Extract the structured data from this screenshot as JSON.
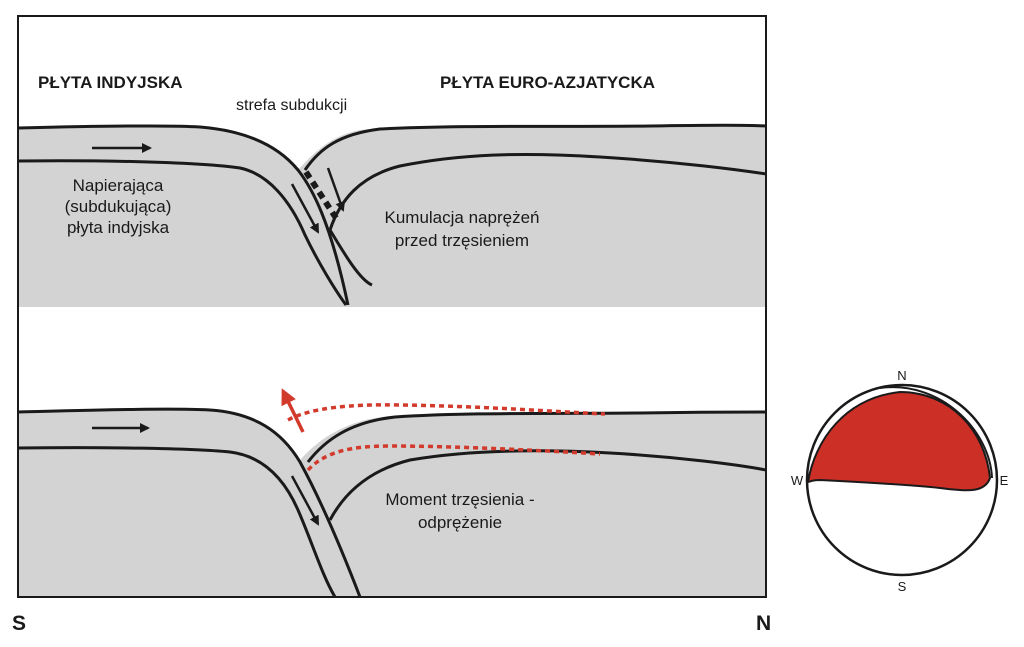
{
  "diagram": {
    "labels": {
      "plate_left": "PŁYTA INDYJSKA",
      "plate_right": "PŁYTA EURO-AZJATYCKA",
      "zone": "strefa subdukcji",
      "pushing_line1": "Napierająca",
      "pushing_line2": "(subdukująca)",
      "pushing_line3": "płyta indyjska",
      "stress_line1": "Kumulacja naprężeń",
      "stress_line2": "przed trzęsieniem",
      "quake_line1": "Moment trzęsienia -",
      "quake_line2": "odprężenie",
      "south": "S",
      "north": "N"
    },
    "colors": {
      "plate_fill": "#d3d3d3",
      "line": "#1a1a1a",
      "red": "#d23a2c",
      "beachball_fill": "#cc2f26"
    }
  },
  "beachball": {
    "n": "N",
    "s": "S",
    "w": "W",
    "e": "E"
  }
}
